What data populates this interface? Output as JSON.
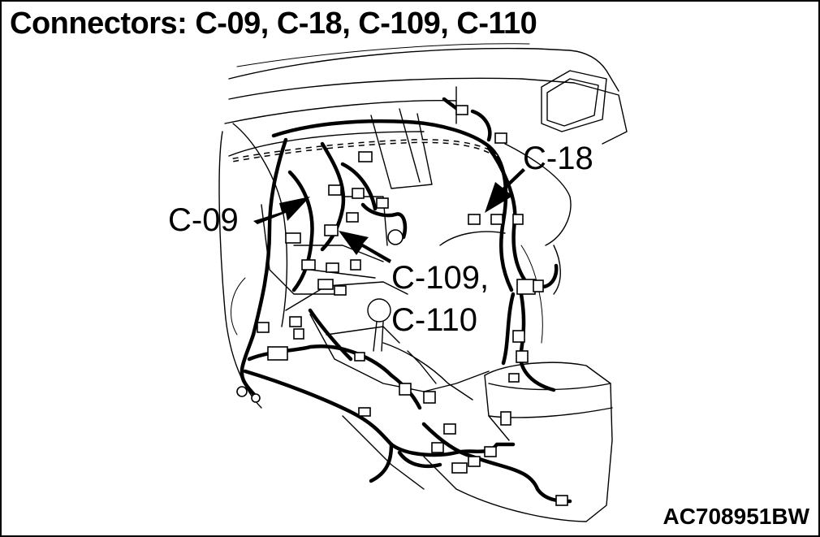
{
  "figure": {
    "title": "Connectors: C-09, C-18, C-109, C-110",
    "callouts": {
      "c09": "C-09",
      "c18": "C-18",
      "c109_line1": "C-109,",
      "c110_line2": "C-110"
    },
    "figure_code": "AC708951BW"
  },
  "colors": {
    "ink": "#000000",
    "paper": "#ffffff"
  }
}
